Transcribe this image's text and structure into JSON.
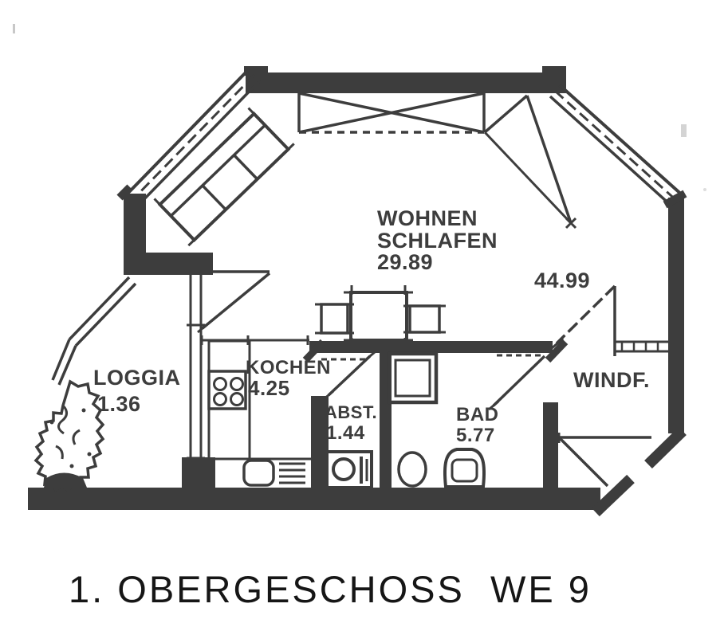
{
  "title": "1. OBERGESCHOSS  WE 9",
  "plan": {
    "floor_label": "1. OBERGESCHOSS",
    "unit_label": "WE 9",
    "total_area": "44.99",
    "rooms": {
      "wohnen": {
        "label_line1": "WOHNEN",
        "label_line2": "SCHLAFEN",
        "area": "29.89"
      },
      "loggia": {
        "label": "LOGGIA",
        "area": "1.36"
      },
      "kochen": {
        "label": "KOCHEN",
        "area": "4.25"
      },
      "abstellraum": {
        "label": "ABST.",
        "area": "1.44"
      },
      "bad": {
        "label": "BAD",
        "area": "5.77"
      },
      "windfang": {
        "label": "WINDF."
      }
    },
    "legend_icons": [
      "sofa-icon",
      "dining-table-icon",
      "chair-icon",
      "stove-icon",
      "kitchen-sink-icon",
      "washing-machine-icon",
      "shower-icon",
      "toilet-icon",
      "washbasin-icon",
      "plant-icon",
      "roof-window-icon",
      "door-swing-icon"
    ]
  },
  "colors": {
    "ink": "#3d3d3d",
    "title_ink": "#161616",
    "paper": "#ffffff",
    "scan_artifact": "#cccccc"
  }
}
